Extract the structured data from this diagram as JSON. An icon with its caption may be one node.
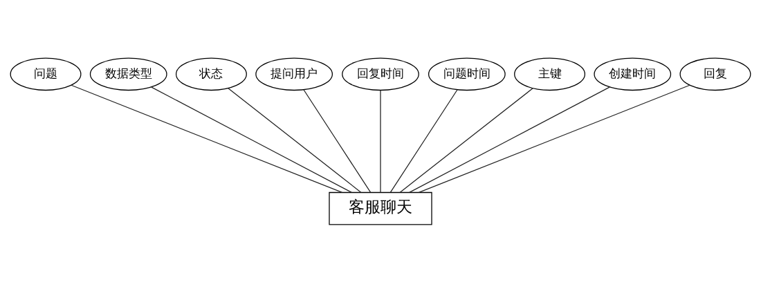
{
  "diagram": {
    "nodes": [
      {
        "text": [
          "问题"
        ]
      },
      {
        "text": [
          "数据类型"
        ]
      },
      {
        "text": [
          "状态"
        ]
      },
      {
        "text": [
          "提问用户"
        ]
      },
      {
        "text": [
          "回复时间"
        ]
      },
      {
        "text": [
          "问题时间"
        ]
      },
      {
        "text": [
          "主键"
        ]
      },
      {
        "text": [
          "创建时间"
        ]
      },
      {
        "text": [
          "回复"
        ]
      },
      {
        "text": [
          "客服聊天"
        ]
      }
    ],
    "edges": [
      {
        "from": 9,
        "to": 0,
        "arrow": "none"
      },
      {
        "from": 9,
        "to": 1,
        "arrow": "none"
      },
      {
        "from": 9,
        "to": 2,
        "arrow": "none"
      },
      {
        "from": 9,
        "to": 3,
        "arrow": "none"
      },
      {
        "from": 9,
        "to": 4,
        "arrow": "none"
      },
      {
        "from": 9,
        "to": 5,
        "arrow": "none"
      },
      {
        "from": 9,
        "to": 6,
        "arrow": "none"
      },
      {
        "from": 9,
        "to": 7,
        "arrow": "none"
      },
      {
        "from": 9,
        "to": 8,
        "arrow": "none"
      }
    ]
  }
}
